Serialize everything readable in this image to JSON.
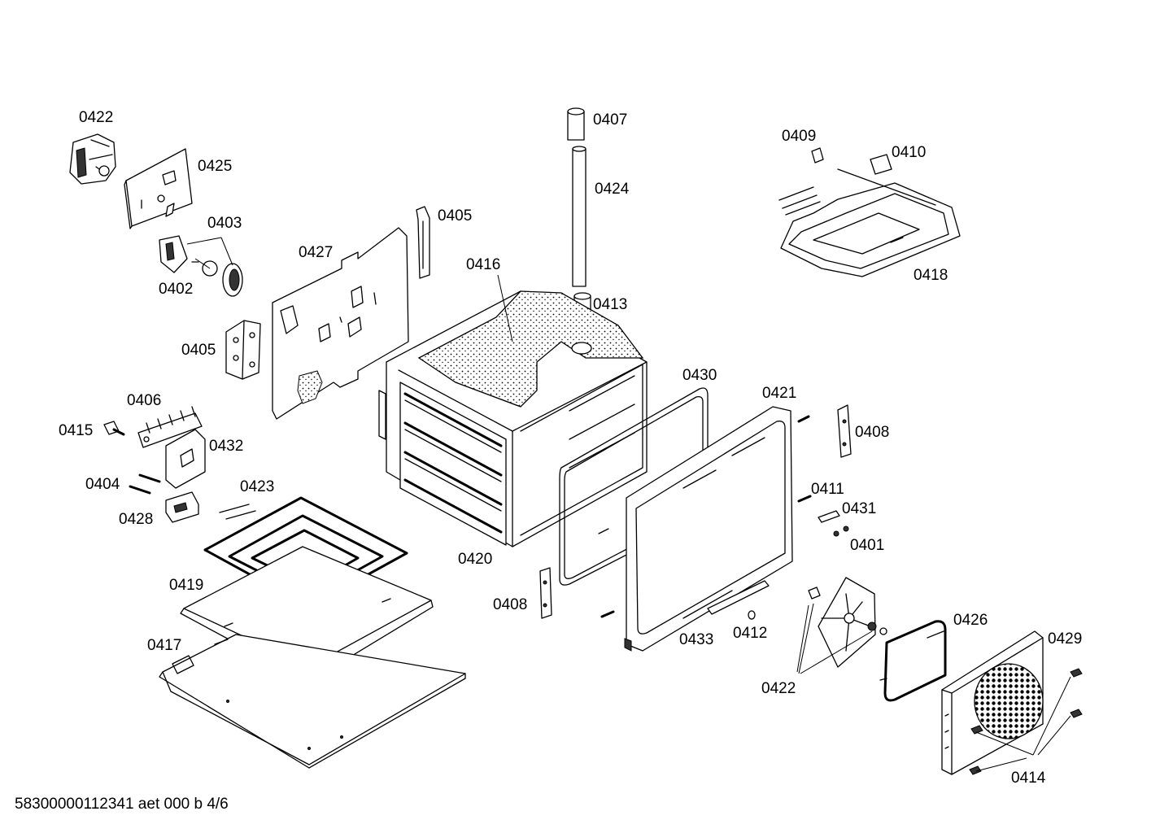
{
  "footer_code": "58300000112341 aet 000 b 4/6",
  "labels": [
    "0422",
    "0425",
    "0403",
    "0402",
    "0405",
    "0427",
    "0405",
    "0407",
    "0424",
    "0416",
    "0413",
    "0409",
    "0410",
    "0418",
    "0406",
    "0415",
    "0432",
    "0404",
    "0428",
    "0423",
    "0419",
    "0417",
    "0430",
    "0420",
    "0421",
    "0408",
    "0411",
    "0431",
    "0401",
    "0408",
    "0433",
    "0412",
    "0422",
    "0426",
    "0429",
    "0414"
  ]
}
